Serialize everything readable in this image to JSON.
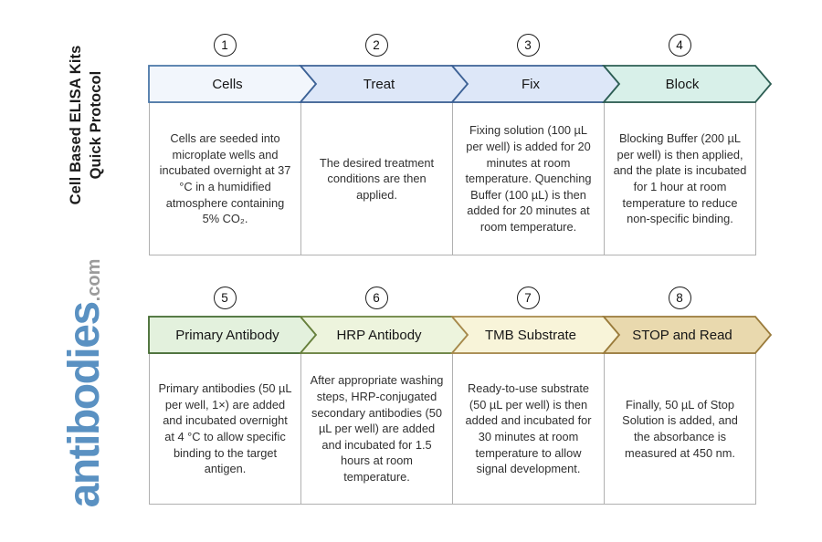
{
  "page": {
    "background": "#ffffff"
  },
  "sidebar": {
    "title_line1": "Cell Based ELISA Kits",
    "title_line2": "Quick Protocol",
    "logo_main": "antibodies",
    "logo_suffix": ".com",
    "logo_main_color": "#5a91c2",
    "logo_suffix_color": "#9b9b9b"
  },
  "steps": [
    {
      "number": "1",
      "label": "Cells",
      "fill": "#f2f6fc",
      "border": "#4a77a8",
      "description": "Cells are seeded into microplate wells and incubated overnight at 37 °C in a humidified atmosphere containing 5% CO₂."
    },
    {
      "number": "2",
      "label": "Treat",
      "fill": "#dde7f8",
      "border": "#3d6296",
      "description": "The desired treatment conditions are then applied."
    },
    {
      "number": "3",
      "label": "Fix",
      "fill": "#dde7f8",
      "border": "#3d6296",
      "description": "Fixing solution (100 µL per well) is added for 20 minutes at room temperature. Quenching Buffer (100 µL) is then added for 20 minutes at room temperature."
    },
    {
      "number": "4",
      "label": "Block",
      "fill": "#d8f0e9",
      "border": "#2d5e53",
      "description": "Blocking Buffer (200 µL per well) is then applied, and the plate is incubated for 1 hour at room temperature to reduce non-specific binding."
    },
    {
      "number": "5",
      "label": "Primary Antibody",
      "fill": "#e3f1dd",
      "border": "#41692f",
      "description": "Primary antibodies (50 µL per well, 1×) are added and incubated overnight at 4 °C to allow specific binding to the target antigen."
    },
    {
      "number": "6",
      "label": "HRP Antibody",
      "fill": "#edf4dd",
      "border": "#67803c",
      "description": "After appropriate washing steps, HRP-conjugated secondary antibodies (50 µL per well) are added and incubated for 1.5 hours at room temperature."
    },
    {
      "number": "7",
      "label": "TMB Substrate",
      "fill": "#f8f4d9",
      "border": "#a8894b",
      "description": "Ready-to-use substrate (50 µL per well) is then added and incubated for 30 minutes at room temperature to allow signal development."
    },
    {
      "number": "8",
      "label": "STOP and Read",
      "fill": "#e9d9ae",
      "border": "#9a7b3b",
      "description": "Finally, 50 µL of Stop Solution is added, and the absorbance is measured at 450 nm."
    }
  ]
}
